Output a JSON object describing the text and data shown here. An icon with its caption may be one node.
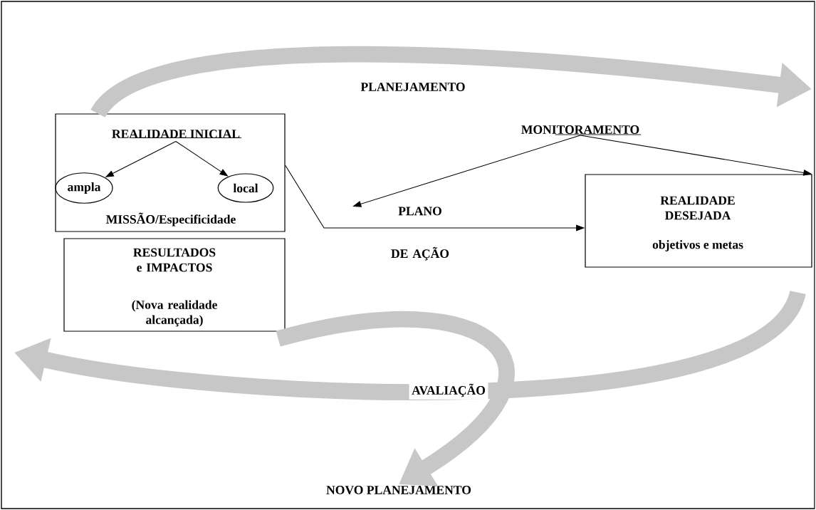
{
  "diagram": {
    "nodes": [
      {
        "text": [
          "REALIDADE INICIAL",
          "MISSÃO/Especificidade"
        ]
      },
      {
        "text": [
          "ampla"
        ],
        "in": 0
      },
      {
        "text": [
          "local"
        ],
        "in": 0
      },
      {
        "text": [
          "RESULTADOS e IMPACTOS",
          "(Nova realidade alcançada)"
        ]
      },
      {
        "text": [
          "MONITORAMENTO"
        ]
      },
      {
        "text": [
          "REALIDADE DESEJADA",
          "objetivos e metas"
        ]
      },
      {
        "text": [
          "NOVO PLANEJAMENTO"
        ]
      }
    ],
    "edges": [
      {
        "from": 0,
        "to": 1,
        "arrow": "to"
      },
      {
        "from": 0,
        "to": 2,
        "arrow": "to"
      },
      {
        "from": 0,
        "to": 5,
        "arrow": "to",
        "label": "PLANO DE AÇÃO"
      },
      {
        "from": 4,
        "to": null,
        "arrow": "to"
      },
      {
        "from": 4,
        "to": 5,
        "arrow": "to"
      },
      {
        "from": 0,
        "to": null,
        "arrow": "to",
        "label": "PLANEJAMENTO",
        "style": "thick",
        "color": "#c7c7c7"
      },
      {
        "from": 5,
        "to": null,
        "arrow": "to",
        "label": "AVALIAÇÃO",
        "style": "thick",
        "color": "#c7c7c7"
      },
      {
        "from": 3,
        "to": 6,
        "arrow": "to",
        "style": "thick",
        "color": "#c7c7c7"
      }
    ]
  }
}
